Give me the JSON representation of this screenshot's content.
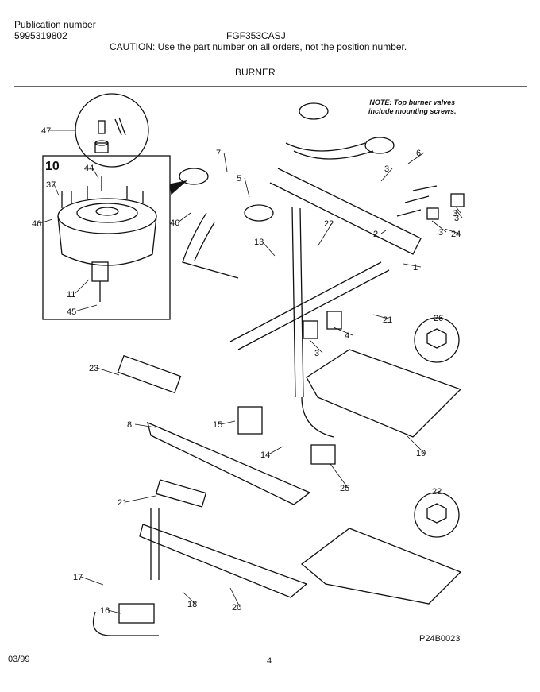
{
  "header": {
    "pub_label": "Publication number",
    "pub_number": "5995319802",
    "model": "FGF353CASJ",
    "caution": "CAUTION:  Use the part number on all orders, not the position number."
  },
  "section_title": "BURNER",
  "note_line1": "NOTE: Top burner valves",
  "note_line2": "include mounting screws.",
  "inset_label": "10",
  "callouts": [
    "47",
    "44",
    "37",
    "46",
    "11",
    "45",
    "7",
    "5",
    "46",
    "13",
    "22",
    "2",
    "1",
    "3",
    "3",
    "3",
    "4",
    "6",
    "3",
    "3",
    "24",
    "21",
    "26",
    "23",
    "8",
    "15",
    "14",
    "25",
    "19",
    "21",
    "22",
    "17",
    "16",
    "18",
    "20"
  ],
  "diagram_code": "P24B0023",
  "footer": {
    "date": "03/99",
    "page": "4"
  },
  "colors": {
    "line": "#111111",
    "background": "#ffffff"
  }
}
